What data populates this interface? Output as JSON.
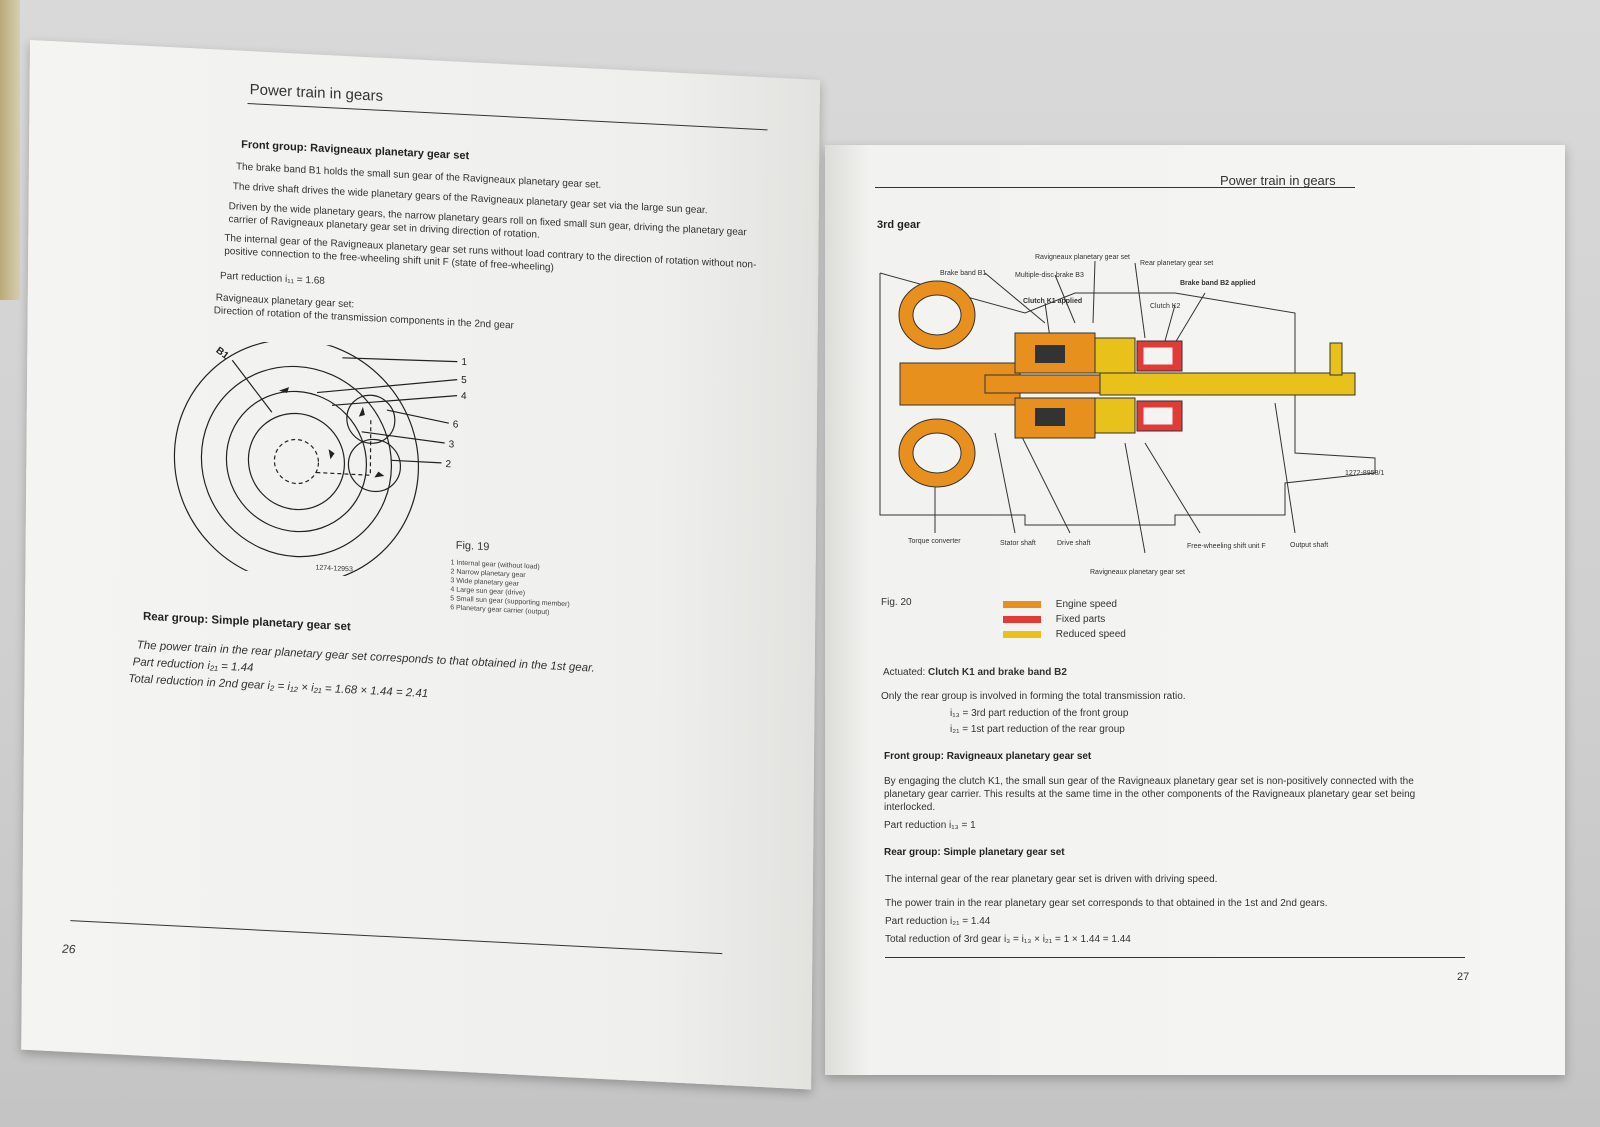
{
  "left": {
    "running_head": "Power train in gears",
    "front_heading": "Front group: Ravigneaux planetary gear set",
    "paras": [
      "The brake band B1 holds the small sun gear of the Ravigneaux planetary gear set.",
      "The drive shaft drives the wide planetary gears of the Ravigneaux planetary gear set via the large sun gear.",
      "Driven by the wide planetary gears, the narrow planetary gears roll on fixed small sun gear, driving the planetary gear carrier of Ravigneaux planetary gear set in driving direction of rotation.",
      "The internal gear of the Ravigneaux planetary gear set runs without load contrary to the direction of rotation without non-positive connection to the free-wheeling shift unit F (state of free-wheeling)"
    ],
    "part_reduction": "Part reduction i₁₁ = 1.68",
    "diagram_caption_1": "Ravigneaux planetary gear set:",
    "diagram_caption_2": "Direction of rotation of the transmission components in the 2nd gear",
    "diagram": {
      "b1_label": "B1",
      "numbers": [
        "1",
        "5",
        "4",
        "6",
        "3",
        "2"
      ],
      "code": "1274-12953"
    },
    "fig_label": "Fig. 19",
    "legend": [
      "1  Internal gear (without load)",
      "2  Narrow planetary gear",
      "3  Wide planetary gear",
      "4  Large sun gear (drive)",
      "5  Small sun gear (supporting member)",
      "6  Planetary gear carrier (output)"
    ],
    "rear_heading": "Rear group: Simple planetary gear set",
    "rear_lines": [
      "The power train in the rear planetary gear set corresponds to that obtained in the 1st gear.",
      "Part reduction i₂₁ = 1.44",
      "Total reduction in 2nd gear i₂ = i₁₂ × i₂₁ = 1.68 × 1.44 = 2.41"
    ],
    "page_number": "26"
  },
  "right": {
    "running_head": "Power train in gears",
    "section_title": "3rd gear",
    "callouts_top": [
      "Ravigneaux planetary gear set",
      "Brake band B1",
      "Multiple-disc brake B3",
      "Clutch K1 applied",
      "Rear planetary gear set",
      "Brake band B2 applied",
      "Clutch K2"
    ],
    "callouts_bottom": [
      "Torque converter",
      "Stator shaft",
      "Drive shaft",
      "Free-wheeling shift unit F",
      "Output shaft",
      "Ravigneaux planetary gear set"
    ],
    "diagram_code": "1272-8958/1",
    "fig_label": "Fig. 20",
    "key": [
      {
        "label": "Engine speed",
        "color": "#e8901e"
      },
      {
        "label": "Fixed parts",
        "color": "#e23a36"
      },
      {
        "label": "Reduced speed",
        "color": "#e8c21a"
      }
    ],
    "actuated_prefix": "Actuated: ",
    "actuated_value": "Clutch K1 and brake band B2",
    "involved": "Only the rear group is involved in forming the total transmission ratio.",
    "i13_line": "i₁₃ = 3rd part reduction of the front group",
    "i21_line": "i₂₁ = 1st part reduction of the rear group",
    "front_heading": "Front group: Ravigneaux planetary gear set",
    "front_para": "By engaging the clutch K1, the small sun gear of the Ravigneaux planetary gear set is non-positively connected with the planetary gear carrier. This results at the same time in the other components of the Ravigneaux planetary gear set being interlocked.",
    "front_reduction": "Part reduction i₁₃ = 1",
    "rear_heading": "Rear group: Simple planetary gear set",
    "rear_para_1": "The internal gear of the rear planetary gear set is driven with driving speed.",
    "rear_para_2": "The power train in the rear planetary gear set corresponds to that obtained in the 1st and 2nd gears.",
    "rear_reduction": "Part reduction i₂₁ = 1.44",
    "rear_total": "Total reduction of 3rd gear i₃ = i₁₃ × i₂₁ = 1 × 1.44 = 1.44",
    "page_number": "27"
  }
}
